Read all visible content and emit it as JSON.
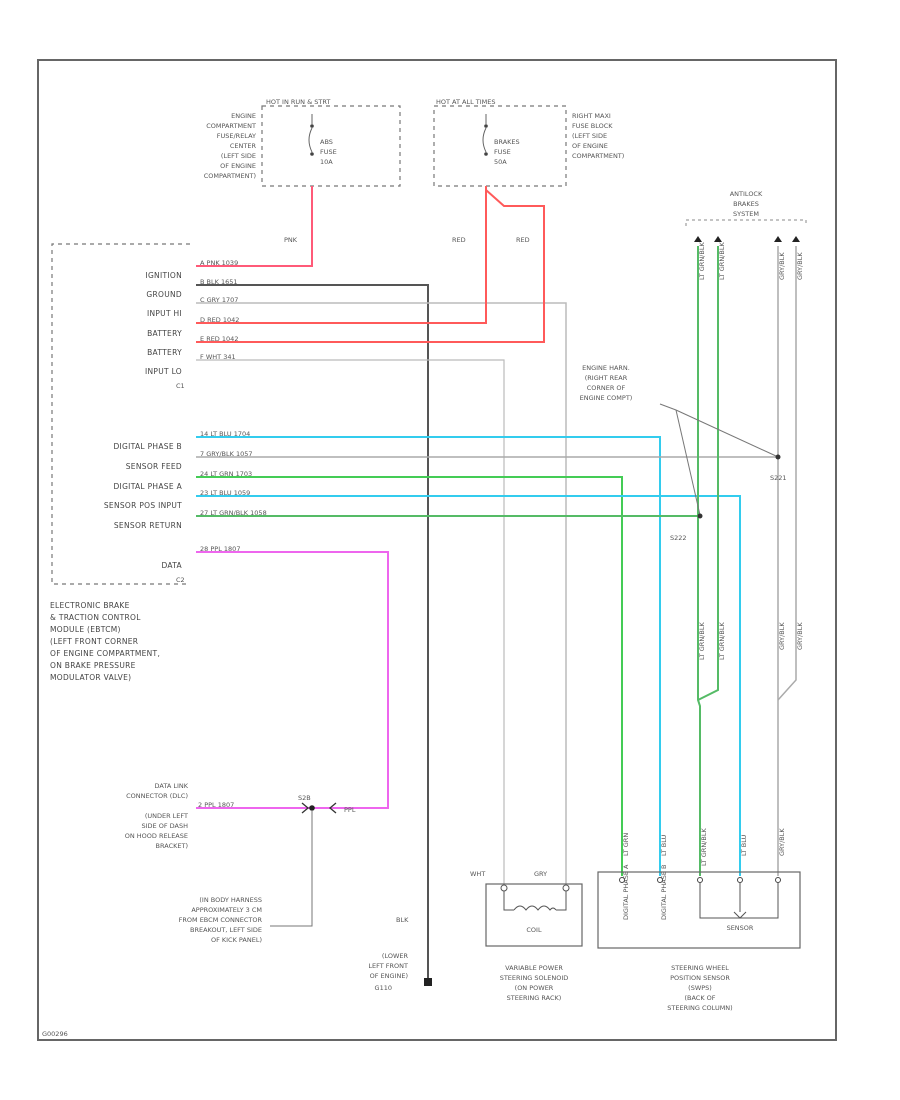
{
  "fuse_left": {
    "header": "HOT IN RUN & STRT",
    "location": [
      "ENGINE",
      "COMPARTMENT",
      "FUSE/RELAY",
      "CENTER",
      "(LEFT SIDE",
      "OF ENGINE",
      "COMPARTMENT)"
    ],
    "fuse": [
      "ABS",
      "FUSE",
      "10A"
    ]
  },
  "fuse_right": {
    "header": "HOT AT ALL TIMES",
    "location": [
      "RIGHT MAXI",
      "FUSE BLOCK",
      "(LEFT SIDE",
      "OF ENGINE",
      "COMPARTMENT)"
    ],
    "fuse": [
      "BRAKES",
      "FUSE",
      "50A"
    ]
  },
  "wire_colors_top": {
    "pnk": "PNK",
    "red1": "RED",
    "red2": "RED"
  },
  "module": {
    "pins_c1": [
      {
        "name": "IGNITION",
        "pin": "A",
        "color": "PNK",
        "circuit": "1039"
      },
      {
        "name": "GROUND",
        "pin": "B",
        "color": "BLK",
        "circuit": "1651"
      },
      {
        "name": "INPUT HI",
        "pin": "C",
        "color": "GRY",
        "circuit": "1707"
      },
      {
        "name": "BATTERY",
        "pin": "D",
        "color": "RED",
        "circuit": "1042"
      },
      {
        "name": "BATTERY",
        "pin": "E",
        "color": "RED",
        "circuit": "1042"
      },
      {
        "name": "INPUT LO",
        "pin": "F",
        "color": "WHT",
        "circuit": "341"
      }
    ],
    "c1_label": "C1",
    "pins_c2": [
      {
        "name": "DIGITAL PHASE B",
        "pin": "14",
        "color": "LT BLU",
        "circuit": "1704"
      },
      {
        "name": "SENSOR FEED",
        "pin": "7",
        "color": "GRY/BLK",
        "circuit": "1057"
      },
      {
        "name": "DIGITAL PHASE A",
        "pin": "24",
        "color": "LT GRN",
        "circuit": "1703"
      },
      {
        "name": "SENSOR POS INPUT",
        "pin": "23",
        "color": "LT BLU",
        "circuit": "1059"
      },
      {
        "name": "SENSOR RETURN",
        "pin": "27",
        "color": "LT GRN/BLK",
        "circuit": "1058"
      }
    ],
    "data_pin": {
      "name": "DATA",
      "pin": "28",
      "color": "PPL",
      "circuit": "1807"
    },
    "c2_label": "C2",
    "description": [
      "ELECTRONIC BRAKE",
      "& TRACTION CONTROL",
      "MODULE (EBTCM)",
      "(LEFT FRONT CORNER",
      "OF ENGINE COMPARTMENT,",
      "ON BRAKE PRESSURE",
      "MODULATOR VALVE)"
    ]
  },
  "dlc": {
    "description": [
      "DATA LINK",
      "CONNECTOR (DLC)",
      "(UNDER LEFT",
      "SIDE OF DASH",
      "ON HOOD RELEASE",
      "BRACKET)"
    ],
    "pin": "2",
    "wire": "PPL 1807",
    "splice": "S2B",
    "right_wire": "PPL"
  },
  "ip_harness": [
    "(IN BODY HARNESS",
    "APPROXIMATELY 3 CM",
    "FROM EBCM CONNECTOR",
    "BREAKOUT, LEFT SIDE",
    "OF KICK PANEL)"
  ],
  "ground": {
    "wire": "BLK",
    "description": [
      "(LOWER",
      "LEFT FRONT",
      "OF ENGINE)"
    ],
    "id": "G110"
  },
  "antilock": {
    "title": [
      "ANTILOCK",
      "BRAKES",
      "SYSTEM"
    ]
  },
  "engine_harness": [
    "ENGINE HARN.",
    "(RIGHT REAR",
    "CORNER OF",
    "ENGINE COMPT)"
  ],
  "splices": {
    "s221": "S221",
    "s222": "S222"
  },
  "antilock_wires": {
    "g1": "LT GRN/BLK",
    "g2": "LT GRN/BLK",
    "b1": "GRY/BLK",
    "b2": "GRY/BLK"
  },
  "vertical_wires_lower": {
    "lg": "LT GRN",
    "lb": "LT BLU",
    "lgb": "LT GRN/BLK",
    "lbb": "LT BLU",
    "gb": "GRY/BLK"
  },
  "solenoid": {
    "wht": "WHT",
    "gry": "GRY",
    "coil_label": "COIL",
    "description": [
      "VARIABLE POWER",
      "STEERING SOLENOID",
      "(ON POWER",
      "STEERING RACK)"
    ]
  },
  "sensor": {
    "labels": [
      "DIGITAL PHASE A",
      "DIGITAL PHASE B"
    ],
    "inner": "SENSOR",
    "description": [
      "STEERING WHEEL",
      "POSITION SENSOR",
      "(SWPS)",
      "(BACK OF",
      "STEERING COLUMN)"
    ]
  },
  "footer_code": "G00296",
  "colors": {
    "pnk": "#ff5a78",
    "red": "#ff5a5a",
    "blk": "#555555",
    "gry": "#bbbbbb",
    "cyan": "#33ccee",
    "green": "#44cc55",
    "green_blk": "#55bb66",
    "purple": "#ee66ee",
    "gray_blk": "#aaaaaa"
  }
}
